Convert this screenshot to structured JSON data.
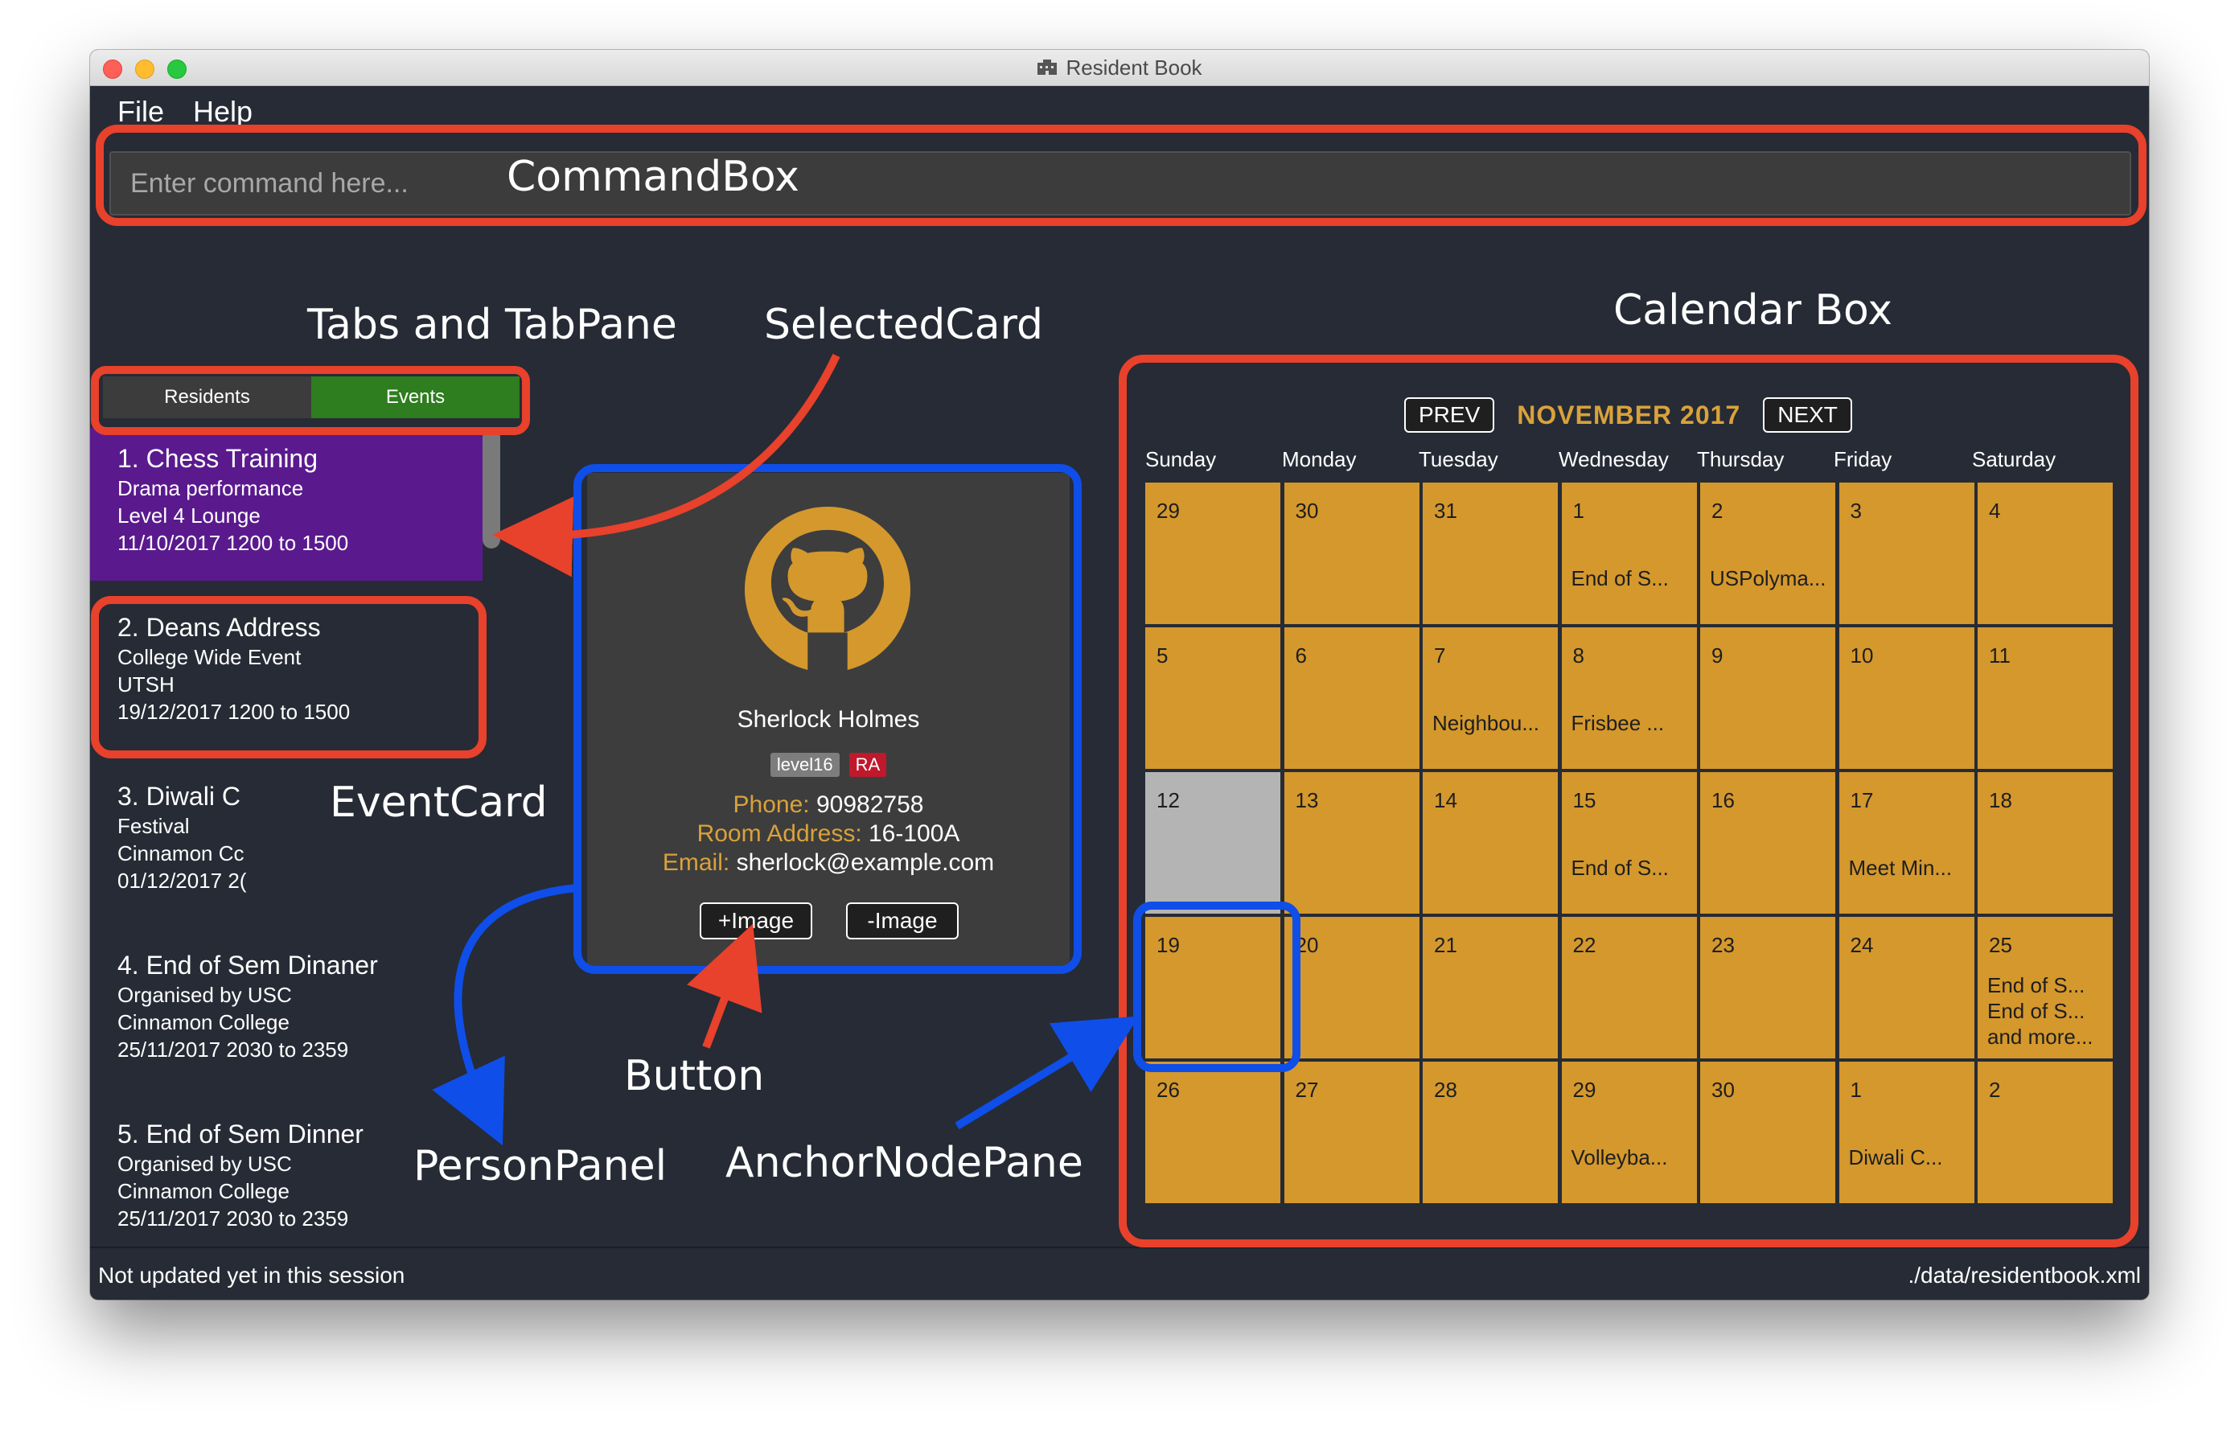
{
  "window": {
    "title": "Resident Book"
  },
  "menu": [
    "File",
    "Help"
  ],
  "command_box": {
    "placeholder": "Enter command here...",
    "value": ""
  },
  "tabs": [
    {
      "label": "Residents",
      "selected": false
    },
    {
      "label": "Events",
      "selected": true
    }
  ],
  "events": [
    {
      "title": "1. Chess Training",
      "lines": [
        "Drama performance",
        "Level 4 Lounge",
        "11/10/2017 1200 to 1500"
      ],
      "selected": true
    },
    {
      "title": "2. Deans Address",
      "lines": [
        "College Wide Event",
        "UTSH",
        "19/12/2017 1200 to 1500"
      ],
      "selected": false
    },
    {
      "title": "3. Diwali C",
      "lines": [
        "Festival",
        "Cinnamon Cc",
        "01/12/2017 2("
      ],
      "selected": false
    },
    {
      "title": "4. End of Sem Dinaner",
      "lines": [
        "Organised by USC",
        "Cinnamon College",
        "25/11/2017 2030 to 2359"
      ],
      "selected": false
    },
    {
      "title": "5. End of Sem Dinner",
      "lines": [
        "Organised by USC",
        "Cinnamon College",
        "25/11/2017 2030 to 2359"
      ],
      "selected": false
    }
  ],
  "person": {
    "name": "Sherlock Holmes",
    "tags": [
      "level16",
      "RA"
    ],
    "phone_label": "Phone:",
    "phone": "90982758",
    "room_label": "Room Address:",
    "room": "16-100A",
    "email_label": "Email:",
    "email": "sherlock@example.com",
    "add_image": "+Image",
    "remove_image": "-Image",
    "avatar_icon": "github-octocat-icon"
  },
  "calendar": {
    "prev": "PREV",
    "next": "NEXT",
    "month": "NOVEMBER 2017",
    "days": [
      "Sunday",
      "Monday",
      "Tuesday",
      "Wednesday",
      "Thursday",
      "Friday",
      "Saturday"
    ],
    "cells": [
      {
        "day": "29",
        "events": []
      },
      {
        "day": "30",
        "events": []
      },
      {
        "day": "31",
        "events": []
      },
      {
        "day": "1",
        "events": [
          "End of S..."
        ]
      },
      {
        "day": "2",
        "events": [
          "USPolyma..."
        ]
      },
      {
        "day": "3",
        "events": []
      },
      {
        "day": "4",
        "events": []
      },
      {
        "day": "5",
        "events": []
      },
      {
        "day": "6",
        "events": []
      },
      {
        "day": "7",
        "events": [
          "Neighbou..."
        ]
      },
      {
        "day": "8",
        "events": [
          "Frisbee ..."
        ]
      },
      {
        "day": "9",
        "events": []
      },
      {
        "day": "10",
        "events": []
      },
      {
        "day": "11",
        "events": []
      },
      {
        "day": "12",
        "events": [],
        "today": true
      },
      {
        "day": "13",
        "events": []
      },
      {
        "day": "14",
        "events": []
      },
      {
        "day": "15",
        "events": [
          "End of S..."
        ]
      },
      {
        "day": "16",
        "events": []
      },
      {
        "day": "17",
        "events": [
          "Meet Min..."
        ]
      },
      {
        "day": "18",
        "events": []
      },
      {
        "day": "19",
        "events": []
      },
      {
        "day": "20",
        "events": []
      },
      {
        "day": "21",
        "events": []
      },
      {
        "day": "22",
        "events": []
      },
      {
        "day": "23",
        "events": []
      },
      {
        "day": "24",
        "events": []
      },
      {
        "day": "25",
        "events": [
          "End of S...",
          "End of S...",
          "and more..."
        ]
      },
      {
        "day": "26",
        "events": []
      },
      {
        "day": "27",
        "events": []
      },
      {
        "day": "28",
        "events": []
      },
      {
        "day": "29",
        "events": [
          "Volleyba..."
        ]
      },
      {
        "day": "30",
        "events": []
      },
      {
        "day": "1",
        "events": [
          "Diwali C..."
        ]
      },
      {
        "day": "2",
        "events": []
      }
    ]
  },
  "status": {
    "left": "Not updated yet in this session",
    "right": "./data/residentbook.xml"
  },
  "annotations": {
    "command_box": "CommandBox",
    "tabs": "Tabs and TabPane",
    "selected_card": "SelectedCard",
    "calendar_box": "Calendar Box",
    "event_card": "EventCard",
    "button": "Button",
    "person_panel": "PersonPanel",
    "anchor_node_pane": "AnchorNodePane"
  },
  "colors": {
    "background": "#262b35",
    "accent_gold": "#d4982d",
    "selected_card": "#5a1a8e",
    "events_tab": "#2e7d1f",
    "annotation_red": "#e8412c",
    "annotation_blue": "#0f4ee8"
  }
}
